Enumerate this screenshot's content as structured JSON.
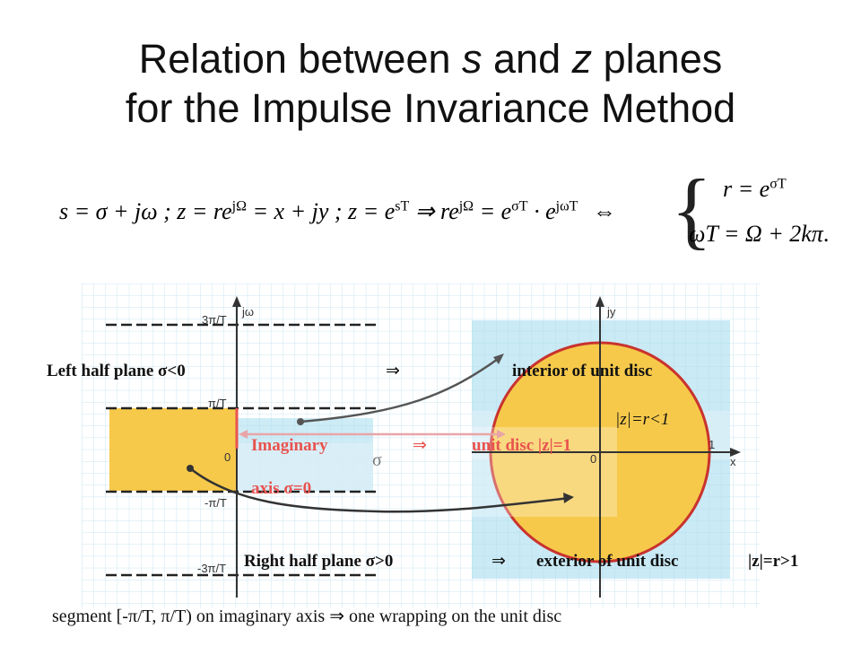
{
  "title": {
    "line1_pre": "Relation between ",
    "line1_s": "s",
    "line1_mid": " and ",
    "line1_z": "z",
    "line1_post": " planes",
    "line2": "for the Impulse Invariance Method"
  },
  "formula": {
    "left": "s = σ + jω ; z = re",
    "exp1": "jΩ",
    "mid1": " = x + jy ; z = e",
    "exp2": "sT",
    "mid2": " ⇒ re",
    "exp3": "jΩ",
    "mid3": " = e",
    "exp4": "σT",
    "mid4": " · e",
    "exp5": "jωT",
    "equiv": "⇔",
    "case1": "r = e",
    "case1_exp": "σT",
    "case2": "ωT = Ω + 2kπ",
    "dot": "."
  },
  "s_plane": {
    "axis_y": "jω",
    "axis_x": "σ",
    "origin": "0",
    "ticks": [
      "3π/T",
      "π/T",
      "-π/T",
      "-3π/T"
    ]
  },
  "z_plane": {
    "axis_y": "jy",
    "axis_x": "x",
    "origin": "0",
    "unit": "1"
  },
  "labels": {
    "left_half": "Left half plane σ<0",
    "implies1": "⇒",
    "interior": "interior of unit disc",
    "r_lt": "|z|=r<1",
    "imaginary": "Imaginary",
    "axis_sigma": "axis σ=0",
    "implies2": "⇒",
    "unit_disc": "unit disc |z|=1",
    "right_half": "Right half plane σ>0",
    "implies3": "⇒",
    "exterior": "exterior of unit disc",
    "r_gt": "|z|=r>1"
  },
  "footnote": "segment [-π/T, π/T) on imaginary axis ⇒ one wrapping on the unit disc",
  "colors": {
    "grid": "#cbe6f2",
    "fill_blue": "#a6dcef",
    "fill_pale": "#dceff7",
    "fill_yellow": "#f6c94a",
    "circle": "#c9332e",
    "label_red": "#e8534f"
  }
}
